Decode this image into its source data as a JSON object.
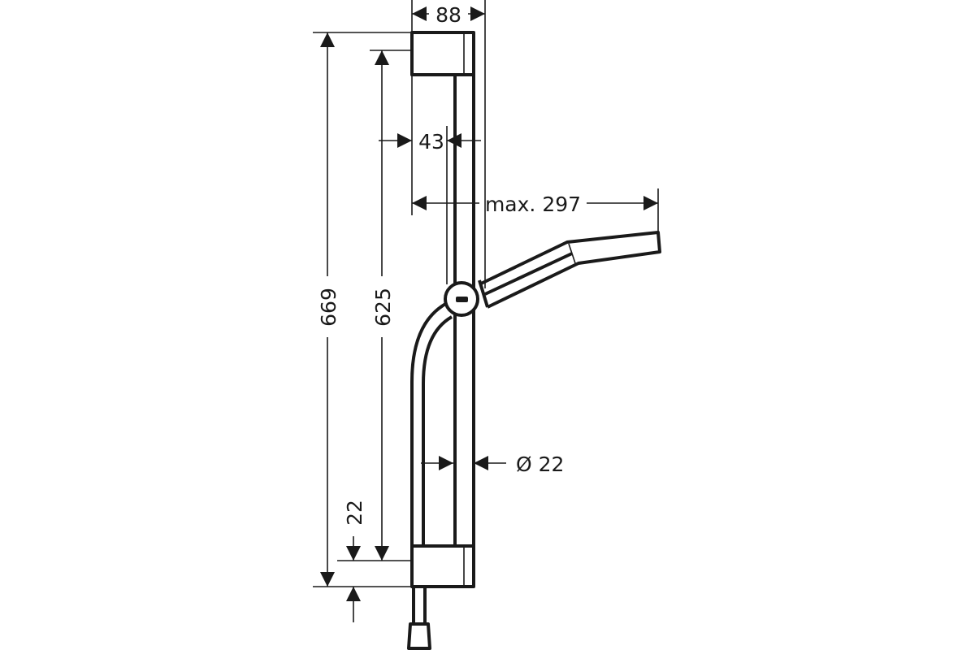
{
  "dimensions": {
    "width_bracket": "88",
    "rail_offset": "43",
    "max_reach": "max. 297",
    "total_height": "669",
    "rail_height": "625",
    "bottom_offset": "22",
    "rail_diameter": "Ø 22"
  },
  "colors": {
    "line": "#1a1a1a",
    "background": "#ffffff"
  }
}
